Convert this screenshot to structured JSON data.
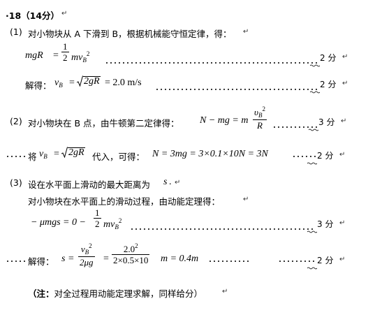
{
  "header": {
    "number": "18",
    "points": "（14分）"
  },
  "part1": {
    "label": "(1)",
    "intro": "对小物块从 A 下滑到 B，根据机械能守恒定律，得：",
    "eq_lhs": "mgR",
    "eq_eq": "=",
    "eq_frac_num": "1",
    "eq_frac_den": "2",
    "eq_rhs": "mv",
    "eq_sub": "B",
    "eq_sup": "2",
    "score": "2 分",
    "solve_label": "解得：",
    "solve_var": "v",
    "solve_sub": "B",
    "solve_eq": "=",
    "solve_rad": "2gR",
    "solve_result": "= 2.0 m/s",
    "solve_score": "2 分"
  },
  "part2": {
    "label": "(2)",
    "intro": "对小物块在 B 点，由牛顿第二定律得：",
    "eq_lhs": "N − mg = m",
    "eq_num_v": "υ",
    "eq_num_sub": "B",
    "eq_num_sup": "2",
    "eq_den": "R",
    "score": "3 分",
    "sub_prefix": "将",
    "sub_var": "v",
    "sub_sub": "B",
    "sub_eq": "=",
    "sub_rad": "2gR",
    "sub_mid": "代入，可得：",
    "sub_result": "N = 3mg = 3×0.1×10N = 3N",
    "sub_score": "2 分"
  },
  "part3": {
    "label": "(3)",
    "intro": "设在水平面上滑动的最大距离为",
    "intro_var": "s",
    "intro_end": ".",
    "line2": "对小物块在水平面上的滑动过程，由动能定理得：",
    "eq_lhs": "− μmgs = 0 −",
    "eq_frac_num": "1",
    "eq_frac_den": "2",
    "eq_rhs": "mv",
    "eq_sub": "B",
    "eq_sup": "2",
    "score": "3 分",
    "solve_label": "解得：",
    "solve_s": "s =",
    "frac1_num_v": "v",
    "frac1_num_sub": "B",
    "frac1_num_sup": "2",
    "frac1_den": "2μg",
    "solve_eq2": "=",
    "frac2_num": "2.0",
    "frac2_num_sup": "2",
    "frac2_den": "2×0.5×10",
    "solve_result": "m = 0.4m",
    "solve_score": "2 分"
  },
  "note": {
    "open": "（注：",
    "text": "对全过程用动能定理求解，同样给分）"
  }
}
